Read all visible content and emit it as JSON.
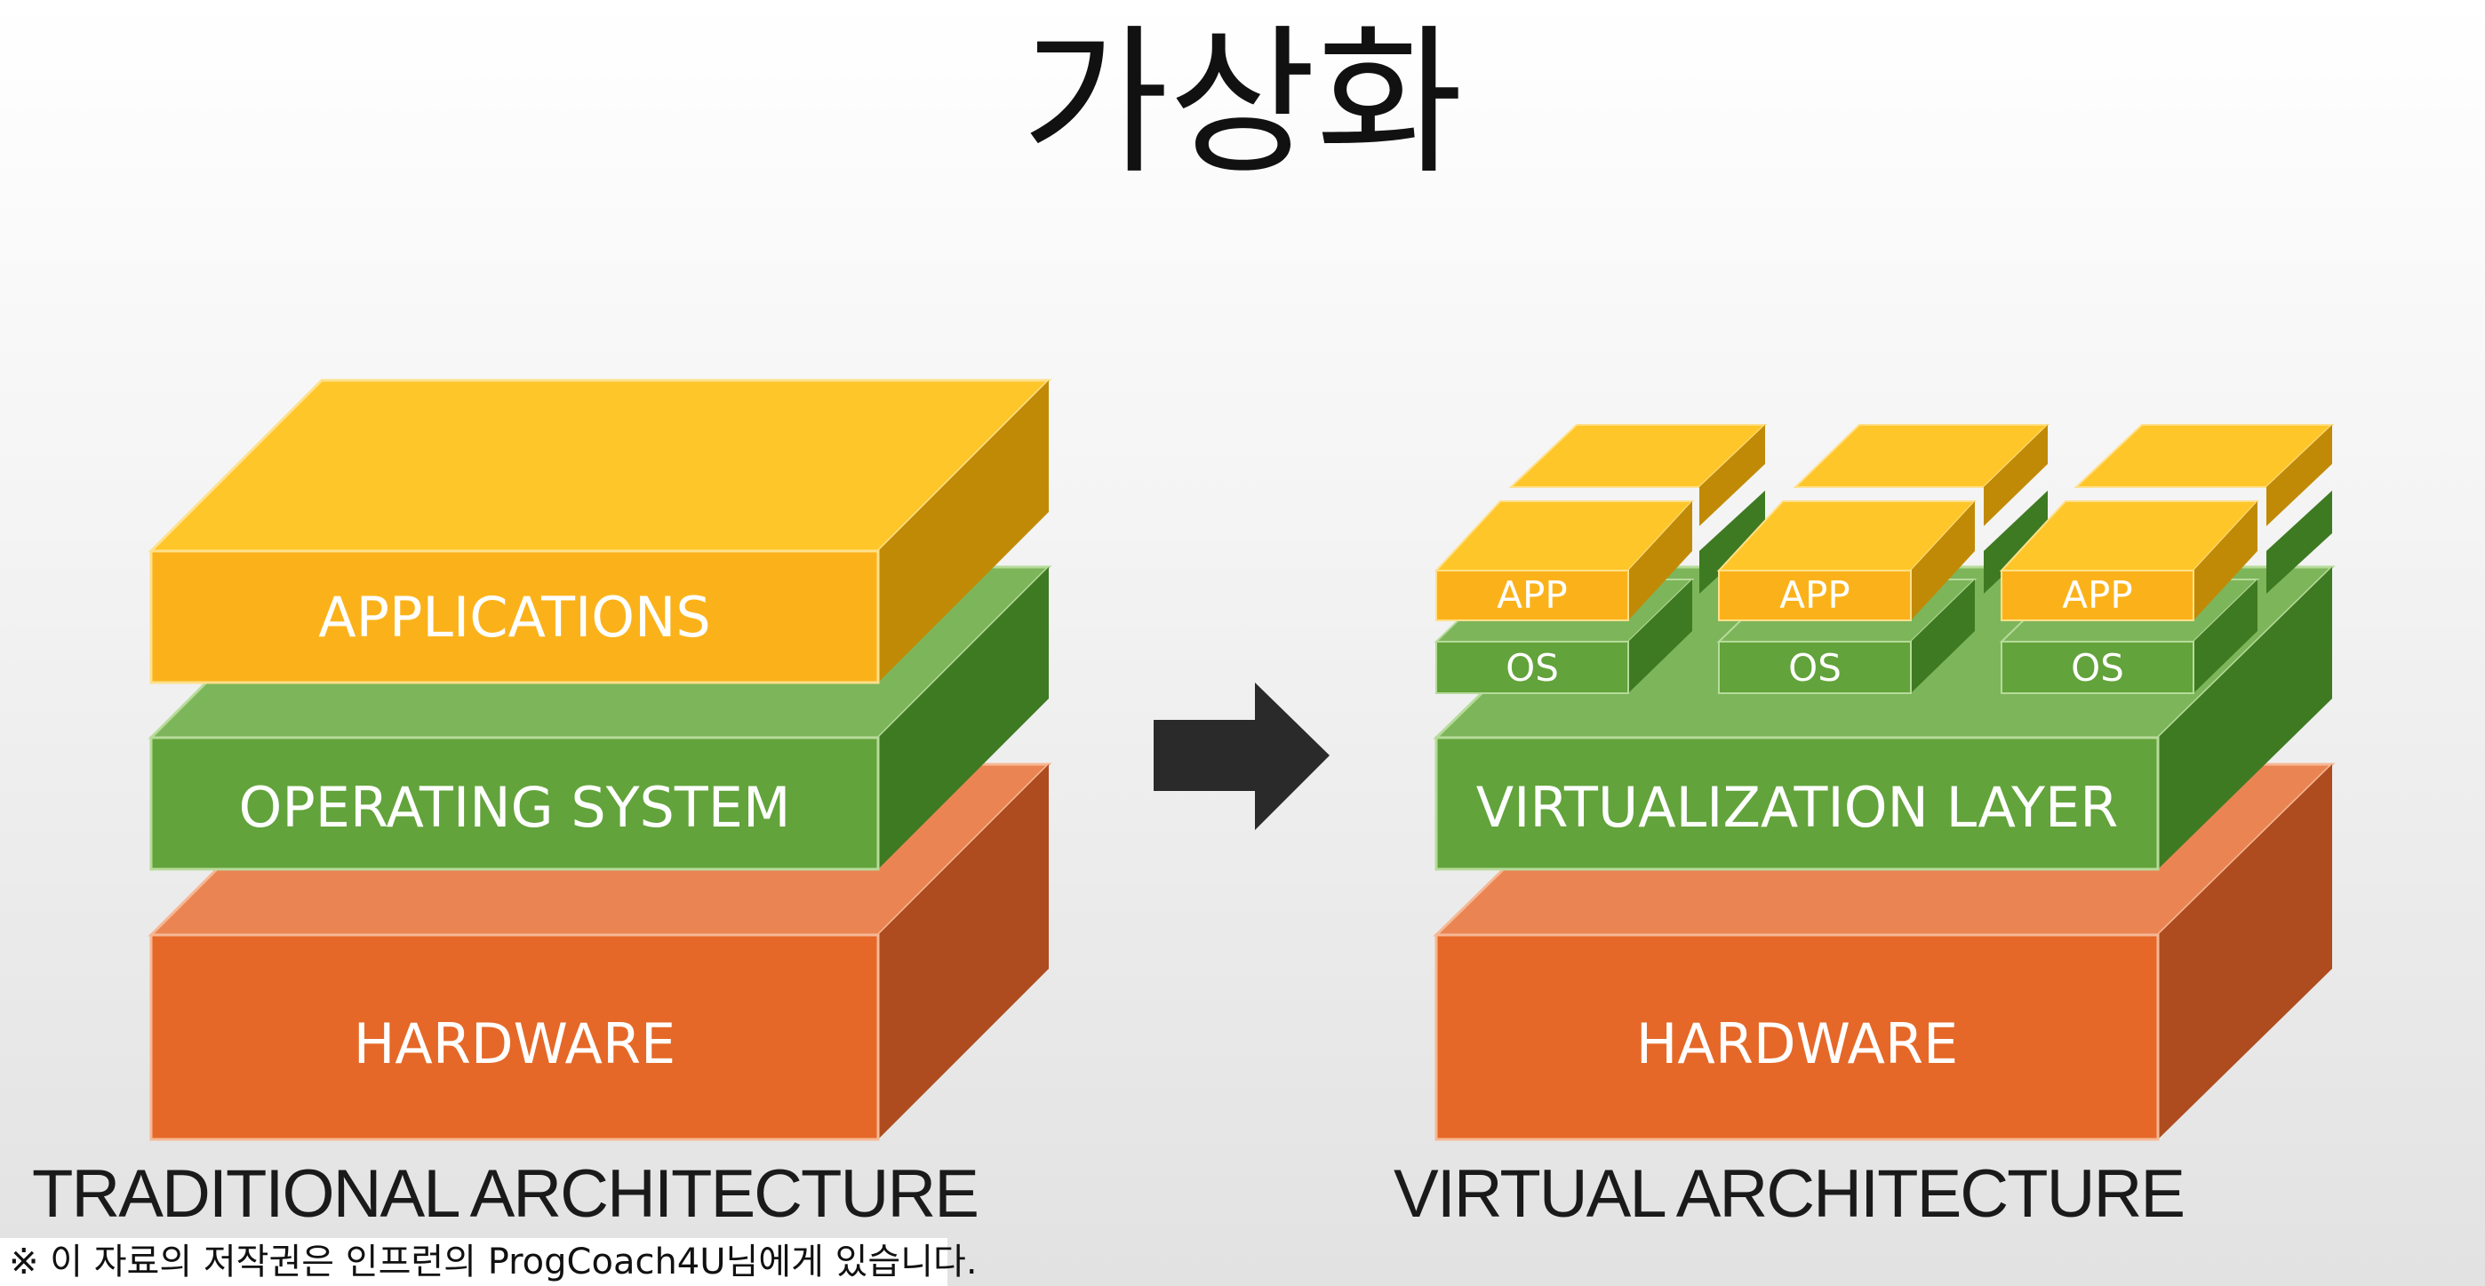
{
  "title": "가상화",
  "traditional": {
    "caption": "TRADITIONAL ARCHITECTURE",
    "layers": {
      "applications": "APPLICATIONS",
      "operating_system": "OPERATING SYSTEM",
      "hardware": "HARDWARE"
    }
  },
  "virtual": {
    "caption": "VIRTUAL ARCHITECTURE",
    "vms": [
      {
        "app": "APP",
        "os": "OS"
      },
      {
        "app": "APP",
        "os": "OS"
      },
      {
        "app": "APP",
        "os": "OS"
      }
    ],
    "layers": {
      "virtualization": "VIRTUALIZATION LAYER",
      "hardware": "HARDWARE"
    }
  },
  "arrow_icon": "right-arrow-icon",
  "colors": {
    "yellow": "#FDB92C",
    "green": "#62A33B",
    "orange": "#E56828",
    "arrow": "#2a2a2a"
  },
  "copyright": "※ 이 자료의 저작권은 인프런의 ProgCoach4U님에게 있습니다."
}
